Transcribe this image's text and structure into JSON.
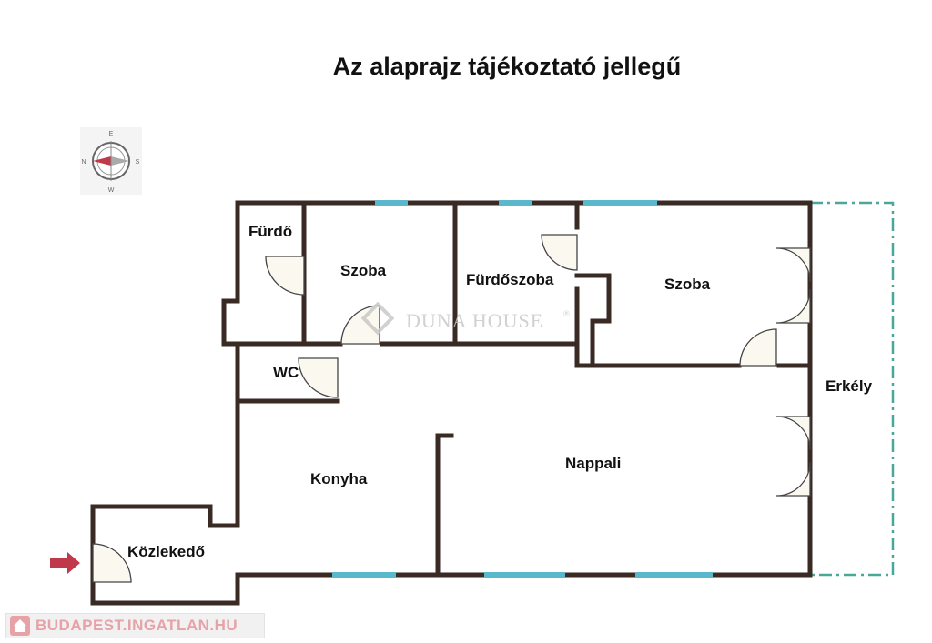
{
  "title": "Az alaprajz tájékoztató jellegű",
  "compass": {
    "labels": {
      "top": "E",
      "bottom": "W",
      "left": "N",
      "right": "S"
    }
  },
  "rooms": {
    "furdo": "Fürdő",
    "szoba_1": "Szoba",
    "furdoszoba": "Fürdőszoba",
    "szoba_2": "Szoba",
    "wc": "WC",
    "erkely": "Erkély",
    "konyha": "Konyha",
    "nappali": "Nappali",
    "kozlekedo": "Közlekedő"
  },
  "watermark": {
    "text": "DUNA HOUSE",
    "mark": "®"
  },
  "footer": {
    "url": "BUDAPEST.INGATLAN.HU"
  },
  "colors": {
    "wall": "#3a2a24",
    "window": "#5bb8cc",
    "balcony_outline": "#4aa89a",
    "entry_arrow": "#c0394b",
    "footer_text": "#e7a2a8"
  },
  "icons": [
    "compass-icon",
    "entry-arrow-icon",
    "home-icon",
    "duna-house-logo-icon"
  ]
}
